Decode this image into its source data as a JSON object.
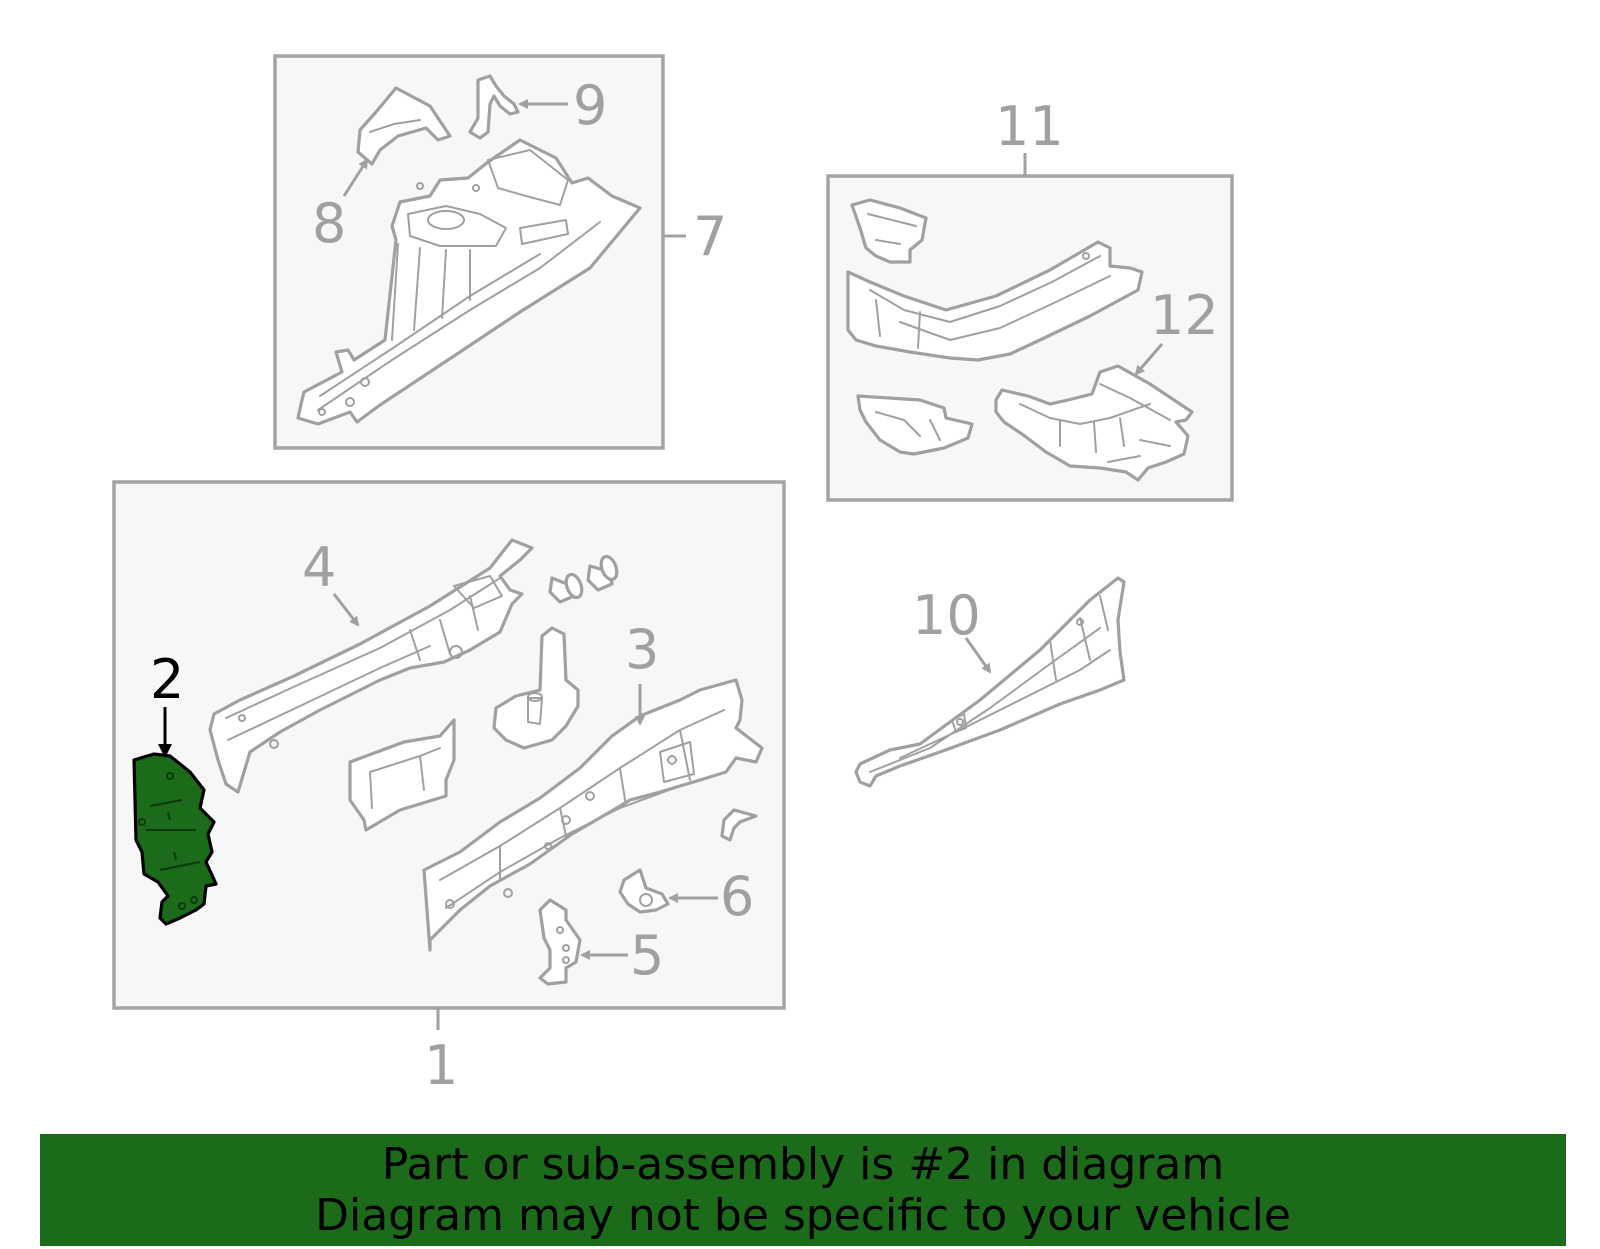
{
  "callouts": {
    "c1": "1",
    "c2": "2",
    "c3": "3",
    "c4": "4",
    "c5": "5",
    "c6": "6",
    "c7": "7",
    "c8": "8",
    "c9": "9",
    "c10": "10",
    "c11": "11",
    "c12": "12"
  },
  "highlighted_part": "2",
  "colors": {
    "highlight": "#1b6b1b",
    "line": "#a0a0a0",
    "box_fill": "#f7f7f7"
  },
  "banner": {
    "line1": "Part or sub-assembly is #2 in diagram",
    "line2": "Diagram may not be specific to your vehicle"
  }
}
